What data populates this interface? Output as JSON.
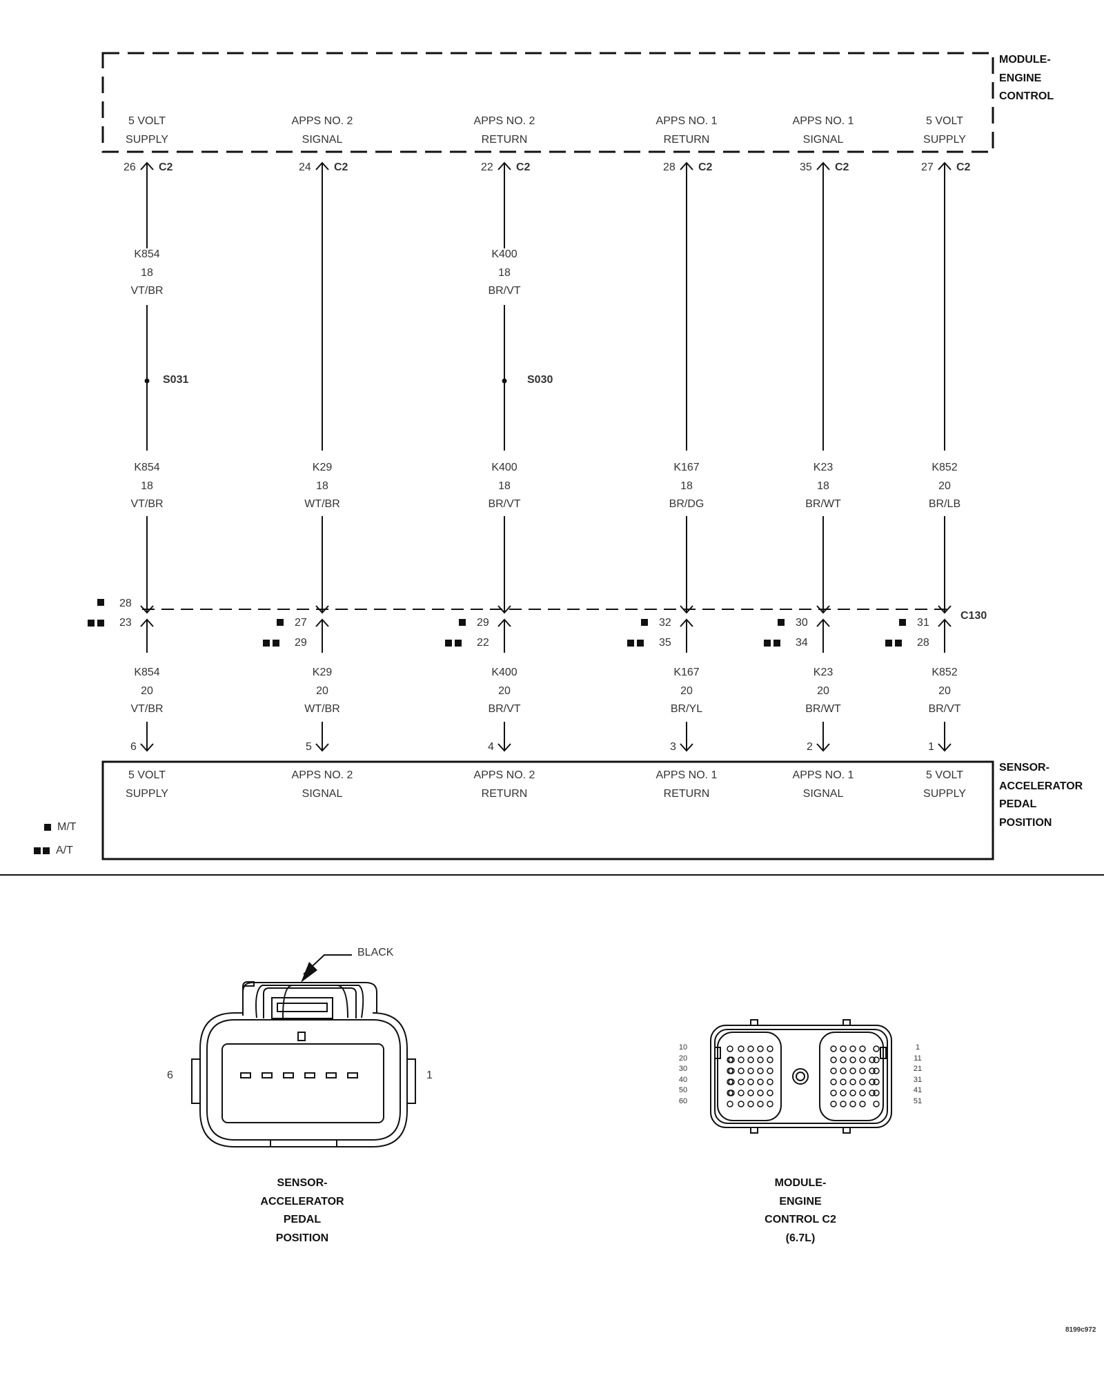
{
  "module": {
    "name": [
      "MODULE-",
      "ENGINE",
      "CONTROL"
    ],
    "connector": "C2",
    "columns": [
      {
        "label": [
          "5 VOLT",
          "SUPPLY"
        ],
        "pin": "26"
      },
      {
        "label": [
          "APPS NO. 2",
          "SIGNAL"
        ],
        "pin": "24"
      },
      {
        "label": [
          "APPS NO. 2",
          "RETURN"
        ],
        "pin": "22"
      },
      {
        "label": [
          "APPS NO. 1",
          "RETURN"
        ],
        "pin": "28"
      },
      {
        "label": [
          "APPS NO. 1",
          "SIGNAL"
        ],
        "pin": "35"
      },
      {
        "label": [
          "5 VOLT",
          "SUPPLY"
        ],
        "pin": "27"
      }
    ]
  },
  "upper_wires": [
    {
      "circuit": "K854",
      "gauge": "18",
      "color": "VT/BR"
    },
    {
      "circuit": "K400",
      "gauge": "18",
      "color": "BR/VT"
    }
  ],
  "splices": [
    "S031",
    "S030"
  ],
  "mid_wires": [
    {
      "circuit": "K854",
      "gauge": "18",
      "color": "VT/BR"
    },
    {
      "circuit": "K29",
      "gauge": "18",
      "color": "WT/BR"
    },
    {
      "circuit": "K400",
      "gauge": "18",
      "color": "BR/VT"
    },
    {
      "circuit": "K167",
      "gauge": "18",
      "color": "BR/DG"
    },
    {
      "circuit": "K23",
      "gauge": "18",
      "color": "BR/WT"
    },
    {
      "circuit": "K852",
      "gauge": "20",
      "color": "BR/LB"
    }
  ],
  "inline_connector": {
    "name": "C130",
    "pins": [
      {
        "mt": "28",
        "at": "23"
      },
      {
        "mt": "27",
        "at": "29"
      },
      {
        "mt": "29",
        "at": "22"
      },
      {
        "mt": "32",
        "at": "35"
      },
      {
        "mt": "30",
        "at": "34"
      },
      {
        "mt": "31",
        "at": "28"
      }
    ]
  },
  "lower_wires": [
    {
      "circuit": "K854",
      "gauge": "20",
      "color": "VT/BR"
    },
    {
      "circuit": "K29",
      "gauge": "20",
      "color": "WT/BR"
    },
    {
      "circuit": "K400",
      "gauge": "20",
      "color": "BR/VT"
    },
    {
      "circuit": "K167",
      "gauge": "20",
      "color": "BR/YL"
    },
    {
      "circuit": "K23",
      "gauge": "20",
      "color": "BR/WT"
    },
    {
      "circuit": "K852",
      "gauge": "20",
      "color": "BR/VT"
    }
  ],
  "sensor": {
    "name": [
      "SENSOR-",
      "ACCELERATOR",
      "PEDAL",
      "POSITION"
    ],
    "columns": [
      {
        "label": [
          "5 VOLT",
          "SUPPLY"
        ],
        "pin": "6"
      },
      {
        "label": [
          "APPS NO. 2",
          "SIGNAL"
        ],
        "pin": "5"
      },
      {
        "label": [
          "APPS NO. 2",
          "RETURN"
        ],
        "pin": "4"
      },
      {
        "label": [
          "APPS NO. 1",
          "RETURN"
        ],
        "pin": "3"
      },
      {
        "label": [
          "APPS NO. 1",
          "SIGNAL"
        ],
        "pin": "2"
      },
      {
        "label": [
          "5 VOLT",
          "SUPPLY"
        ],
        "pin": "1"
      }
    ]
  },
  "legend": {
    "mt": "M/T",
    "at": "A/T"
  },
  "views": {
    "sensor": {
      "title": [
        "SENSOR-",
        "ACCELERATOR",
        "PEDAL",
        "POSITION"
      ],
      "color_callout": "BLACK",
      "pin_left": "6",
      "pin_right": "1"
    },
    "pcm": {
      "title": [
        "MODULE-",
        "ENGINE",
        "CONTROL C2",
        "(6.7L)"
      ],
      "left_numbers": [
        "10",
        "20",
        "30",
        "40",
        "50",
        "60"
      ],
      "right_numbers": [
        "1",
        "11",
        "21",
        "31",
        "41",
        "51"
      ]
    }
  },
  "figure_id": "8199c972"
}
